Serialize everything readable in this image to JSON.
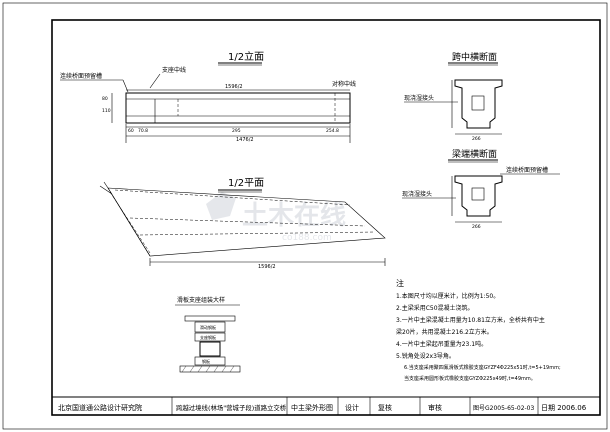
{
  "elevation": {
    "title": "1/2立面",
    "support_centerline": "支座中线",
    "left_label": "连续桥面预留槽",
    "right_label": "对称中线",
    "dim_top": "1596/2",
    "dim_bottom": "1476/2",
    "dim_segments": [
      "60",
      "70.8",
      "295",
      "254.8"
    ],
    "height_dims": [
      "80",
      "110"
    ]
  },
  "plan": {
    "title": "1/2平面",
    "dim_bottom": "1596/2"
  },
  "mid_section": {
    "title": "跨中横断面",
    "label": "现浇湿接头",
    "width_dim": "266"
  },
  "end_section": {
    "title": "梁端横断面",
    "label": "现浇湿接头",
    "right_label": "连续桥面预留槽",
    "width_dim": "266"
  },
  "bearing_detail": {
    "title": "滑板支座组装大样",
    "items": [
      "滑动钢板",
      "支座钢板",
      "钢板"
    ]
  },
  "notes": {
    "title": "注",
    "lines": [
      "1.本图尺寸均以厘米计，比例为1:50。",
      "2.主梁采用C50混凝土浇筑。",
      "3.一片中主梁混凝土用量为10.81立方米，全桥共有中主",
      "梁20片，共用混凝土216.2立方米。",
      "4.一片中主梁起吊重量为23.1吨。",
      "5.锐角处设2x3导角。",
      "6.当支座采用聚四氟滑板式橡胶支座GYZF4Φ225x51时,t=5+19mm;",
      "当支座采用圆形板式橡胶支座GYZΦ225x49时,t=49mm。"
    ]
  },
  "title_block": {
    "institute": "北京国道通公路设计研究院",
    "project": "跨越过境线(林场\"营城子段)道路立交桥",
    "drawing_name": "中主梁外形图",
    "design_label": "设计",
    "review_label": "复核",
    "approve_label": "审核",
    "drawing_no": "图号G2005-65-02-03",
    "date": "日期 2006.06"
  },
  "watermark": {
    "text": "土木在线",
    "sub": "co188.com"
  }
}
